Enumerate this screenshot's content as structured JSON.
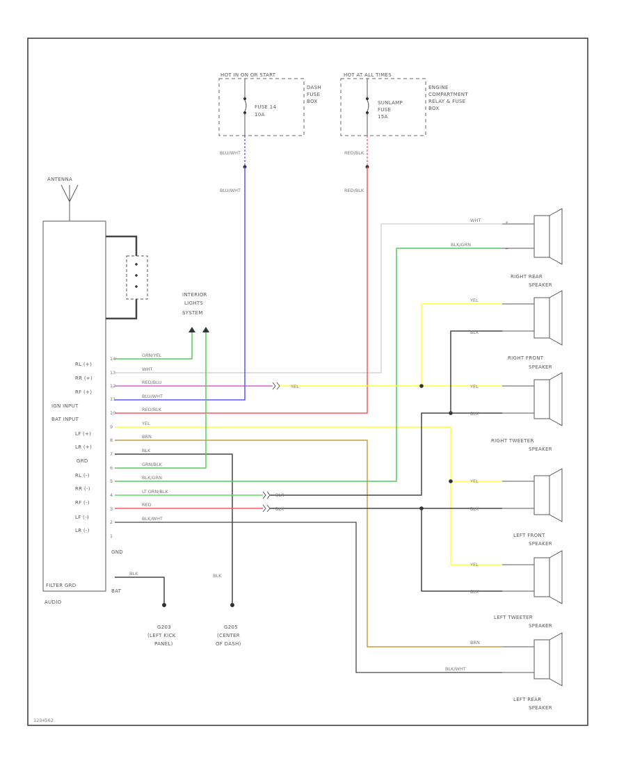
{
  "frame_id": "1234562",
  "antenna": "ANTENNA",
  "radio": {
    "name": "AUDIO",
    "filter": "FILTER GRD",
    "terminals": [
      "RL (+)",
      "RR (+)",
      "RF (+)",
      "IGN INPUT",
      "BAT INPUT",
      "LF (+)",
      "LR (+)",
      "GRD",
      "RL (-)",
      "RR (-)",
      "RF (-)",
      "LF (-)",
      "LR (-)"
    ],
    "bottom_labels": [
      "GND",
      "BAT"
    ],
    "pins": [
      "14",
      "13",
      "12",
      "11",
      "10",
      "9",
      "8",
      "7",
      "6",
      "5",
      "4",
      "3",
      "2",
      "1"
    ]
  },
  "fuses": {
    "f1_header": "HOT IN ON OR START",
    "f1_name": "FUSE 14",
    "f1_rating": "10A",
    "f1_box": [
      "DASH",
      "FUSE",
      "BOX"
    ],
    "f2_header": "HOT AT ALL TIMES",
    "f2_name": "SUNLAMP",
    "f2_name2": "FUSE",
    "f2_rating": "15A",
    "f2_box": [
      "ENGINE",
      "COMPARTMENT",
      "RELAY & FUSE",
      "BOX"
    ]
  },
  "interior_lights": [
    "INTERIOR",
    "LIGHTS",
    "SYSTEM"
  ],
  "grounds": {
    "g1": [
      "G203",
      "(LEFT KICK",
      "PANEL)"
    ],
    "g2": [
      "G205",
      "(CENTER",
      "OF DASH)"
    ]
  },
  "speakers": {
    "right_rear": [
      "RIGHT REAR",
      "SPEAKER"
    ],
    "right_front": [
      "RIGHT FRONT",
      "SPEAKER"
    ],
    "right_tweeter": [
      "RIGHT TWEETER",
      "SPEAKER"
    ],
    "left_front": [
      "LEFT FRONT",
      "SPEAKER"
    ],
    "left_tweeter": [
      "LEFT TWEETER",
      "SPEAKER"
    ],
    "left_rear": [
      "LEFT REAR",
      "SPEAKER"
    ]
  },
  "wires": {
    "blu_wht": "BLU/WHT",
    "red_blk": "RED/BLK",
    "grn_yel": "GRN/YEL",
    "wht": "WHT",
    "red_blu": "RED/BLU",
    "blu_wht2": "BLU/WHT",
    "red_blk2": "RED/BLK",
    "yel": "YEL",
    "brn": "BRN",
    "blk": "BLK",
    "grn_blk": "GRN/BLK",
    "blk_grn": "BLK/GRN",
    "lt_grn_blk": "LT GRN/BLK",
    "red": "RED",
    "blk_wht": "BLK/WHT",
    "blk_gnd": "BLK"
  },
  "colors": {
    "wire_blue": "#5555ff",
    "wire_red": "#ff5555",
    "wire_green": "#55cc55",
    "wire_yellow": "#ffff33",
    "wire_purple": "#cc66cc",
    "wire_brown": "#cc9944",
    "wire_gray": "#444444",
    "wire_white": "#cccccc"
  }
}
